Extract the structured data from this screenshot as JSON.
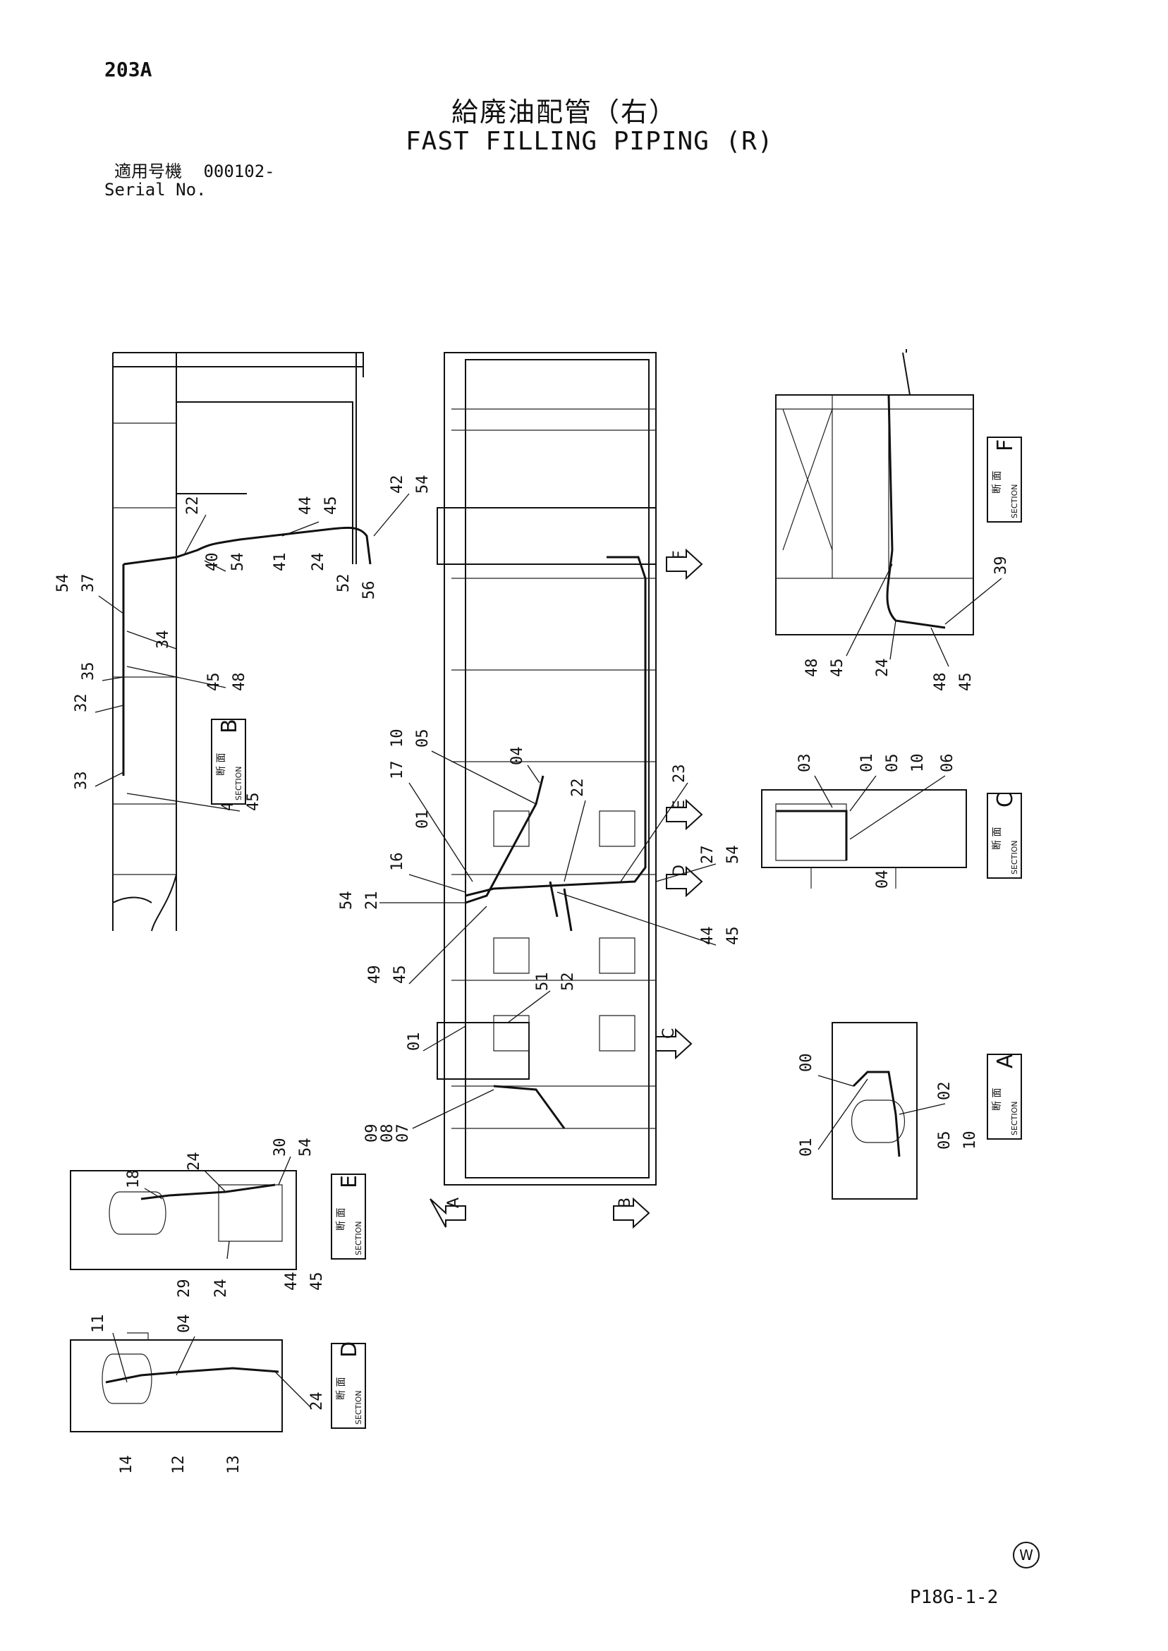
{
  "header": {
    "page_code": "203A",
    "title_jp": "給廃油配管（右）",
    "title_en": "FAST FILLING PIPING (R)",
    "serial_label_jp": "適用号機",
    "serial_value": "000102-",
    "serial_label_en": "Serial No."
  },
  "footer": {
    "doc_code": "P18G-1-2",
    "mark": "W"
  },
  "section_label": {
    "jp": "断 面",
    "en": "SECTION"
  },
  "sections": [
    "F",
    "B",
    "C",
    "A",
    "E",
    "D"
  ],
  "view_arrows": [
    "A",
    "B",
    "C",
    "D",
    "E",
    "F"
  ],
  "callouts": {
    "b1": "22",
    "b2": "44",
    "b3": "45",
    "b4": "42",
    "b5": "54",
    "b6": "40",
    "b7": "54",
    "b8": "41",
    "b9": "24",
    "b10": "52",
    "b11": "56",
    "b12": "54",
    "b13": "37",
    "b14": "34",
    "b15": "35",
    "b16": "45",
    "b17": "48",
    "b18": "32",
    "b19": "33",
    "b20": "44",
    "b21": "45",
    "m1": "17",
    "m2": "10",
    "m3": "05",
    "m4": "04",
    "m5": "22",
    "m6": "23",
    "m7": "27",
    "m8": "54",
    "m9": "16",
    "m10": "01",
    "m11": "54",
    "m12": "21",
    "m13": "44",
    "m14": "45",
    "m15": "49",
    "m16": "45",
    "m17": "51",
    "m18": "52",
    "m19": "01",
    "m20": "09",
    "m21": "08",
    "m22": "07",
    "f1": "39",
    "f2": "48",
    "f3": "45",
    "f4": "24",
    "f5": "48",
    "f6": "45",
    "c1": "03",
    "c2": "01",
    "c3": "05",
    "c4": "10",
    "c5": "06",
    "c6": "04",
    "a1": "00",
    "a2": "01",
    "a3": "02",
    "a4": "05",
    "a5": "10",
    "e1": "18",
    "e2": "24",
    "e3": "30",
    "e4": "54",
    "e5": "29",
    "e6": "24",
    "e7": "44",
    "e8": "45",
    "d1": "11",
    "d2": "04",
    "d3": "24",
    "d4": "14",
    "d5": "12",
    "d6": "13"
  }
}
